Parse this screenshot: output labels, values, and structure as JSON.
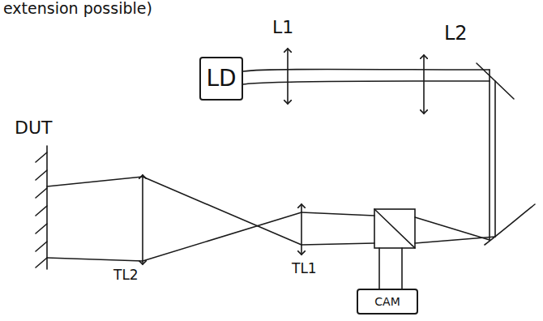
{
  "diagram": {
    "nodes": [
      {
        "text": [
          "LD"
        ]
      },
      {
        "text": [
          "CAM"
        ]
      }
    ],
    "labels": [
      "extension possible)",
      "L1",
      "L2",
      "DUT",
      "TL2",
      "TL1"
    ]
  }
}
